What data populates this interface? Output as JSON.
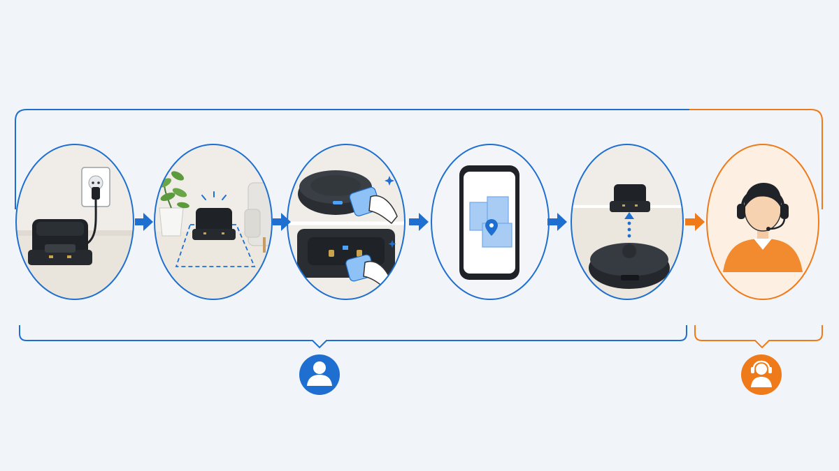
{
  "title": "",
  "colors": {
    "background": "#f1f5fa",
    "self_service": "#1e6fd0",
    "support": "#ef7a1a",
    "device": "#1f2327",
    "panel_fill": "#eef1f5",
    "support_fill": "#fdf0e3"
  },
  "steps": [
    {
      "id": "plug-in-base",
      "icon": "charging-base-plugged-into-wall-outlet-icon",
      "group": "self_service"
    },
    {
      "id": "place-base-in-open-area",
      "icon": "charging-base-clear-area-icon",
      "group": "self_service"
    },
    {
      "id": "clean-charging-contacts",
      "icon": "wipe-contacts-with-cloth-icon",
      "group": "self_service"
    },
    {
      "id": "check-app-map",
      "icon": "smartphone-map-icon",
      "group": "self_service"
    },
    {
      "id": "return-robot-to-dock",
      "icon": "robot-returning-to-dock-icon",
      "group": "self_service"
    },
    {
      "id": "contact-support",
      "icon": "support-agent-headset-icon",
      "group": "support"
    }
  ],
  "groups": [
    {
      "id": "self_service",
      "icon": "user-icon",
      "color": "#1e6fd0"
    },
    {
      "id": "support",
      "icon": "support-agent-icon",
      "color": "#ef7a1a"
    }
  ],
  "arrows": [
    {
      "from": "plug-in-base",
      "to": "place-base-in-open-area",
      "color": "#1e6fd0"
    },
    {
      "from": "place-base-in-open-area",
      "to": "clean-charging-contacts",
      "color": "#1e6fd0"
    },
    {
      "from": "clean-charging-contacts",
      "to": "check-app-map",
      "color": "#1e6fd0"
    },
    {
      "from": "check-app-map",
      "to": "return-robot-to-dock",
      "color": "#1e6fd0"
    },
    {
      "from": "return-robot-to-dock",
      "to": "contact-support",
      "color": "#ef7a1a"
    }
  ]
}
